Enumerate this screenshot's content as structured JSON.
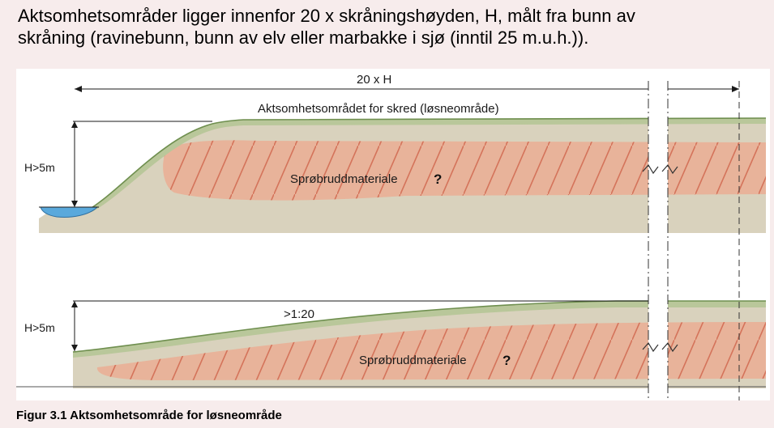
{
  "heading": {
    "line1": "Aktsomhetsområder ligger innenfor 20 x skråningshøyden, H, målt fra bunn av",
    "line2": "skråning (ravinebunn, bunn av elv eller marbakke i sjø (inntil 25 m.u.h.))."
  },
  "diagram": {
    "top": {
      "dimension_label": "20 x H",
      "zone_label": "Aktsomhetsområdet for skred (løsneområde)",
      "height_label": "H>5m",
      "material_label": "Sprøbruddmateriale",
      "question_mark": "?"
    },
    "bottom": {
      "height_label": "H>5m",
      "slope_label": ">1:20",
      "material_label": "Sprøbruddmateriale",
      "question_mark": "?"
    },
    "colors": {
      "background": "#f7ecec",
      "panel": "#ffffff",
      "soil": "#d9d2bd",
      "topsoil": "#b9c79a",
      "topsoil_edge": "#6f8f4f",
      "quick_clay": "#e8b39a",
      "hatch": "#d4735a",
      "water": "#5aa9dc"
    }
  },
  "caption": "Figur 3.1 Aktsomhetsområde for løsneområde"
}
